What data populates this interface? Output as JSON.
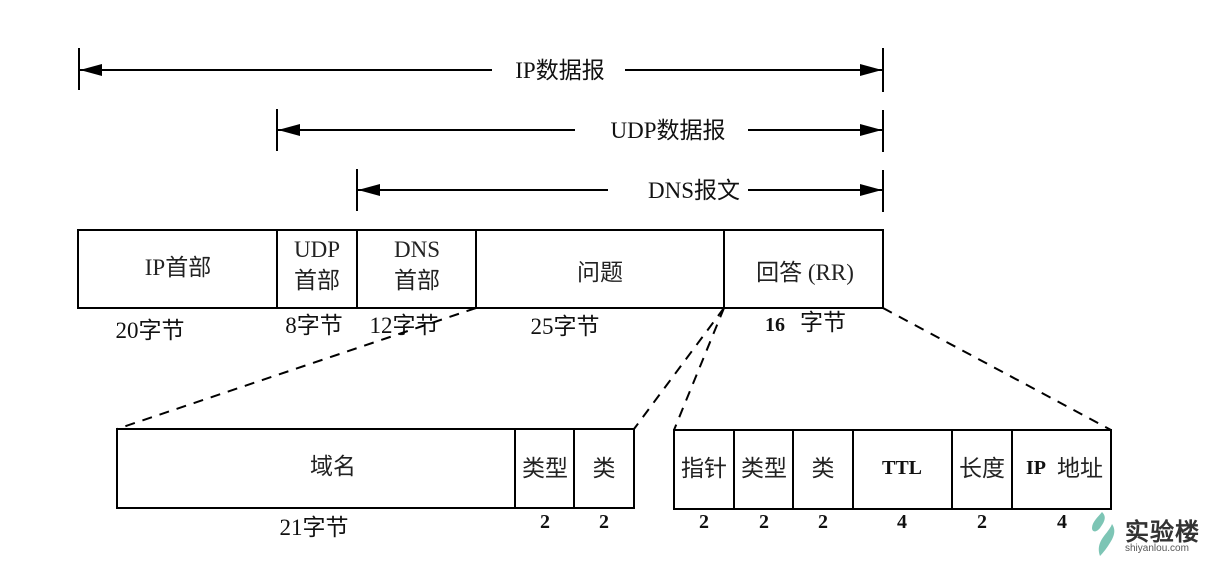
{
  "arrows": [
    {
      "id": "ip",
      "label": "IP数据报"
    },
    {
      "id": "udp",
      "label": "UDP数据报"
    },
    {
      "id": "dns",
      "label": "DNS报文"
    }
  ],
  "top_row": {
    "cells": [
      {
        "lines": [
          "IP首部"
        ],
        "size_label": "20字节"
      },
      {
        "lines": [
          "UDP",
          "首部"
        ],
        "size_label": "8字节"
      },
      {
        "lines": [
          "DNS",
          "首部"
        ],
        "size_label": "12字节"
      },
      {
        "lines": [
          "问题"
        ],
        "size_label": "25字节"
      },
      {
        "lines": [
          "回答 (RR)"
        ],
        "size_label": "16  字节",
        "size_num_bold": "16",
        "size_unit": "字节"
      }
    ]
  },
  "question_row": {
    "cells": [
      {
        "label": "域名",
        "size": "21字节"
      },
      {
        "label": "类型",
        "size": "2"
      },
      {
        "label": "类",
        "size": "2"
      }
    ]
  },
  "answer_row": {
    "cells": [
      {
        "label": "指针",
        "size": "2"
      },
      {
        "label": "类型",
        "size": "2"
      },
      {
        "label": "类",
        "size": "2"
      },
      {
        "label": "TTL",
        "size": "4"
      },
      {
        "label": "长度",
        "size": "2"
      },
      {
        "label": "IP 地址",
        "size": "4",
        "label_bold_part": "IP",
        "label_rest": "地址"
      }
    ]
  },
  "logo": {
    "name": "实验楼",
    "domain": "shiyanlou.com",
    "color": "#7dc5b5"
  }
}
